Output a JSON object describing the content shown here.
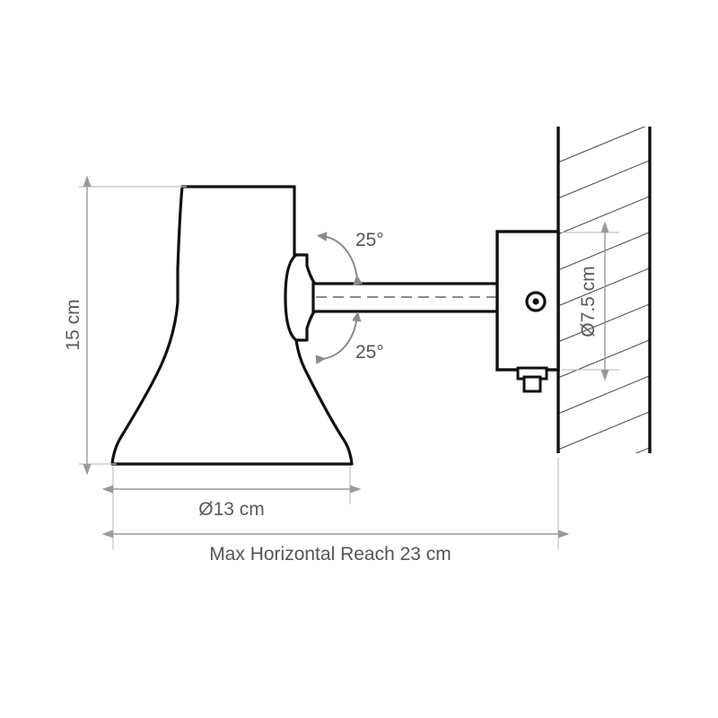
{
  "drawing": {
    "title": "Wall mounted lamp dimensional drawing",
    "subject": "wall-lamp",
    "view": "side elevation",
    "units": "cm",
    "background_color": "#ffffff",
    "outline_color": "#111111",
    "dimension_color": "#9a9a9a",
    "dimension_text_color": "#5a5a5a",
    "hatch_color": "#555555"
  },
  "dimensions": {
    "height": {
      "label": "15 cm",
      "value": 15,
      "unit": "cm",
      "orientation": "vertical",
      "name": "shade-height"
    },
    "shade_diameter": {
      "label": "Ø13 cm",
      "value": 13,
      "unit": "cm",
      "orientation": "horizontal",
      "name": "shade-diameter"
    },
    "max_reach": {
      "label": "Max Horizontal Reach 23 cm",
      "value": 23,
      "unit": "cm",
      "orientation": "horizontal",
      "name": "max-horizontal-reach"
    },
    "bracket_diameter": {
      "label": "Ø7.5 cm",
      "value": 7.5,
      "unit": "cm",
      "orientation": "vertical",
      "name": "wall-bracket-diameter"
    }
  },
  "angles": {
    "upper": {
      "label": "25°",
      "value": 25,
      "unit": "degrees",
      "direction": "up"
    },
    "lower": {
      "label": "25°",
      "value": 25,
      "unit": "degrees",
      "direction": "down"
    }
  },
  "parts": {
    "shade": "lamp-shade",
    "pivot": "pivot-joint",
    "arm": "horizontal-arm",
    "bracket": "wall-bracket",
    "screw": "bracket-screw",
    "cable_gland": "cable-gland",
    "wall": "wall-section"
  }
}
